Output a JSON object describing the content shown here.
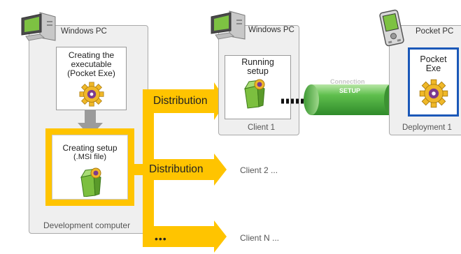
{
  "dev": {
    "pc_label": "Windows PC",
    "step1_lines": [
      "Creating the",
      "executable",
      "(Pocket Exe)"
    ],
    "step2_lines": [
      "Creating setup",
      "(.MSI file)"
    ],
    "caption": "Development computer"
  },
  "distribution": {
    "labels": [
      "Distribution",
      "Distribution"
    ],
    "ellipsis": "•••"
  },
  "client1": {
    "pc_label": "Windows PC",
    "box_lines": [
      "Running",
      "setup"
    ],
    "caption": "Client 1"
  },
  "connection": {
    "title": "Connection",
    "label": "SETUP"
  },
  "device": {
    "label": "Pocket PC",
    "screen_lines": [
      "Pocket",
      "Exe"
    ],
    "caption": "Deployment 1"
  },
  "clients": [
    "Client 2 ...",
    "Client N ..."
  ],
  "icons": {
    "pc": "windows-pc-icon",
    "gear": "gear-icon",
    "package": "setup-package-icon",
    "pda": "pocket-pc-icon"
  },
  "colors": {
    "accent_yellow": "#ffc400",
    "connection_green": "#4caf3e",
    "gear_purple": "#7d3b8e",
    "gear_gold": "#f0b828"
  }
}
